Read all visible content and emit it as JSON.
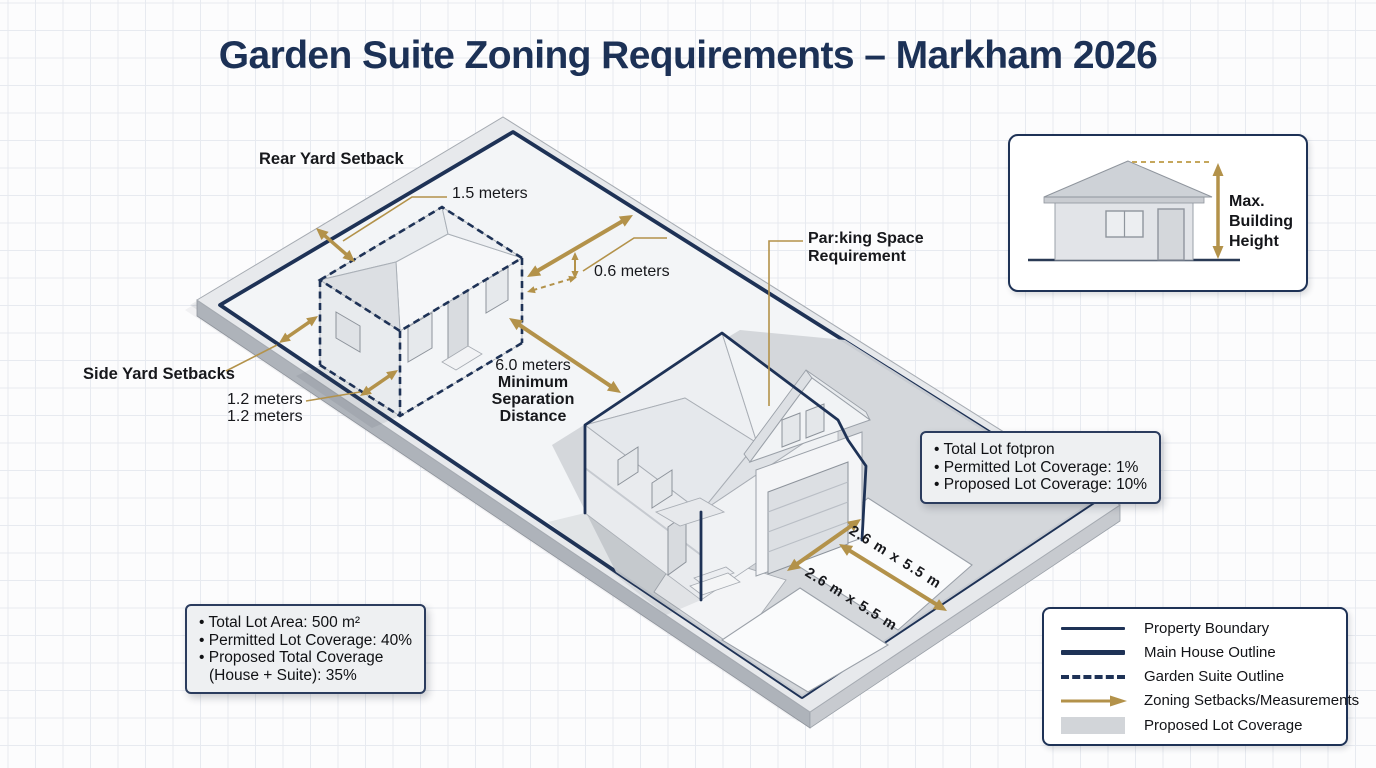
{
  "title": "Garden Suite Zoning Requirements – Markham 2026",
  "colors": {
    "navy": "#1e3256",
    "gold": "#b3924a",
    "coverage_gray": "#d2d5d9",
    "label_black": "#17181c"
  },
  "labels": {
    "rear_yard_setback": "Rear Yard Setback",
    "rear_value": "1.5 meters",
    "eave_value": "0.6 meters",
    "side_yard_setbacks": "Side Yard Setbacks",
    "side_value_1": "1.2 meters",
    "side_value_2": "1.2 meters",
    "separation_value": "6.0 meters",
    "separation_line1": "Minimum",
    "separation_line2": "Separation",
    "separation_line3": "Distance",
    "parking_line1": "Par:king Space",
    "parking_line2": "Requirement",
    "parking_size_1": "2.6 m x 5.5 m",
    "parking_size_2": "2.6 m x 5.5 m"
  },
  "height_inset": {
    "line1": "Max.",
    "line2": "Building",
    "line3": "Height"
  },
  "suite_stats": {
    "items": [
      "• Total Lot fotpron",
      "• Permitted Lot Coverage: 1%",
      "• Proposed Lot Coverage: 10%"
    ]
  },
  "lot_stats": {
    "items": [
      "• Total Lot Area: 500 m²",
      "• Permitted Lot Coverage: 40%",
      "• Proposed Total Coverage",
      "(House + Suite): 35%"
    ]
  },
  "legend": {
    "items": [
      {
        "swatch": "property-boundary-line",
        "label": "Property Boundary"
      },
      {
        "swatch": "main-house-line",
        "label": "Main House Outline"
      },
      {
        "swatch": "garden-suite-dashed-line",
        "label": "Garden Suite Outline"
      },
      {
        "swatch": "setback-arrow",
        "label": "Zoning Setbacks/Measurements"
      },
      {
        "swatch": "coverage-fill",
        "label": "Proposed Lot Coverage"
      }
    ]
  }
}
